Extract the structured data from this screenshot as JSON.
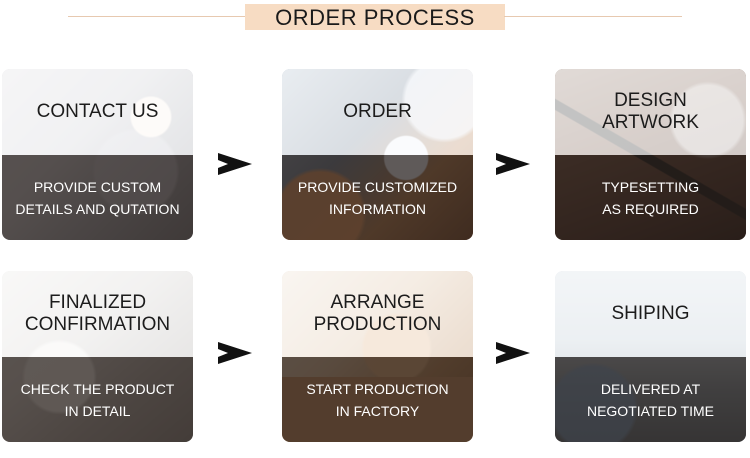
{
  "header": {
    "title": "ORDER PROCESS"
  },
  "steps": [
    {
      "title_lines": [
        "CONTACT US"
      ],
      "detail_lines": [
        "PROVIDE CUSTOM",
        "DETAILS AND QUTATION"
      ]
    },
    {
      "title_lines": [
        "ORDER"
      ],
      "detail_lines": [
        "PROVIDE CUSTOMIZED",
        "INFORMATION"
      ]
    },
    {
      "title_lines": [
        "DESIGN",
        "ARTWORK"
      ],
      "detail_lines": [
        "TYPESETTING",
        "AS REQUIRED"
      ]
    },
    {
      "title_lines": [
        "FINALIZED",
        "CONFIRMATION"
      ],
      "detail_lines": [
        "CHECK THE PRODUCT",
        "IN DETAIL"
      ]
    },
    {
      "title_lines": [
        "ARRANGE",
        "PRODUCTION"
      ],
      "detail_lines": [
        "START PRODUCTION",
        "IN FACTORY"
      ]
    },
    {
      "title_lines": [
        "SHIPING"
      ],
      "detail_lines": [
        "DELIVERED AT",
        "NEGOTIATED TIME"
      ]
    }
  ],
  "icons": {
    "arrow": "arrow-right-icon"
  },
  "colors": {
    "title_bg": "#f7dcc3",
    "title_line": "#e7c9b0",
    "detail_overlay": "#28201c",
    "arrow": "#111111"
  }
}
